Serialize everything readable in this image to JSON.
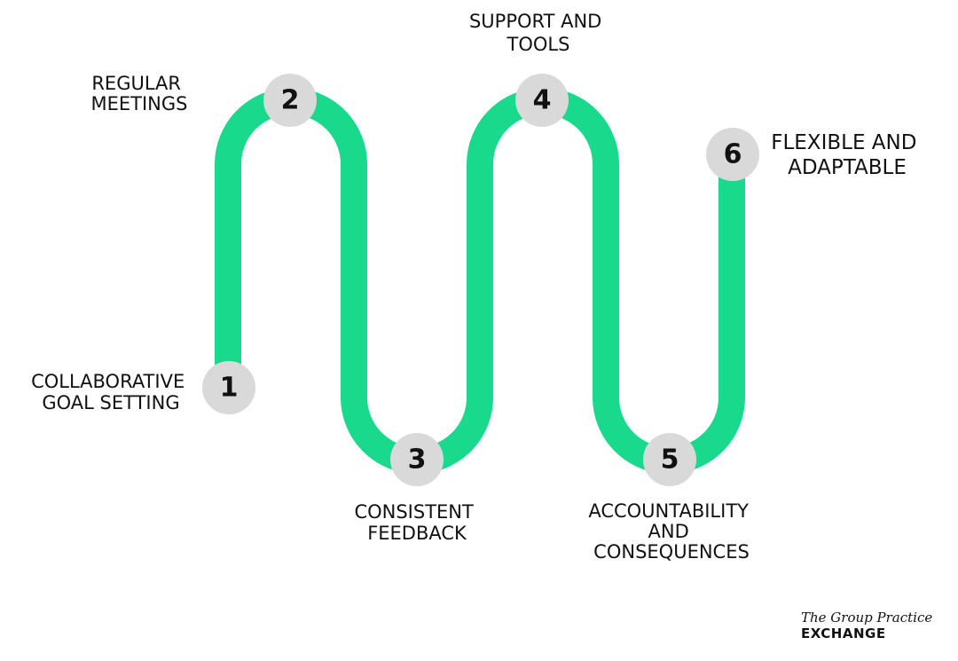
{
  "colors": {
    "path": "#19d98d",
    "circle": "#d9d9d9",
    "text": "#111111",
    "background": "#ffffff"
  },
  "steps": [
    {
      "number": "1",
      "label": [
        "COLLABORATIVE",
        "GOAL SETTING"
      ]
    },
    {
      "number": "2",
      "label": [
        "REGULAR",
        "MEETINGS"
      ]
    },
    {
      "number": "3",
      "label": [
        "CONSISTENT",
        "FEEDBACK"
      ]
    },
    {
      "number": "4",
      "label": [
        "SUPPORT AND",
        "TOOLS"
      ]
    },
    {
      "number": "5",
      "label": [
        "ACCOUNTABILITY",
        "AND",
        "CONSEQUENCES"
      ]
    },
    {
      "number": "6",
      "label": [
        "FLEXIBLE AND",
        "ADAPTABLE"
      ]
    }
  ],
  "brand": {
    "line1": "The Group Practice",
    "line2": "EXCHANGE"
  }
}
